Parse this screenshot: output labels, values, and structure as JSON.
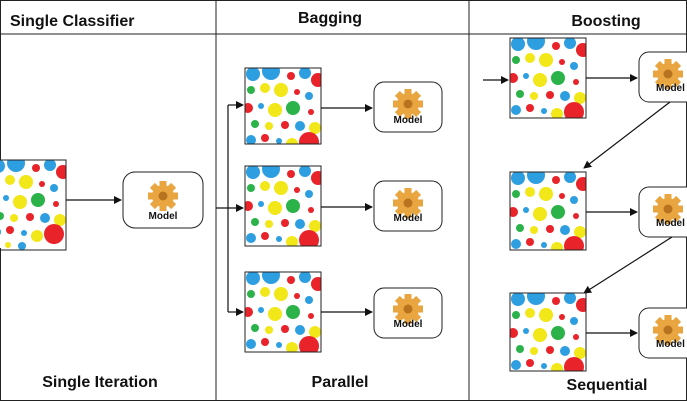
{
  "columns": {
    "single": {
      "header": "Single Classifier",
      "footer": "Single Iteration"
    },
    "bagging": {
      "header": "Bagging",
      "footer": "Parallel"
    },
    "boosting": {
      "header": "Boosting",
      "footer": "Sequential"
    }
  },
  "model_label": "Model",
  "colors": {
    "border": "#222222",
    "arrow": "#111111",
    "dot_red": "#e8232a",
    "dot_blue": "#2d9ee0",
    "dot_green": "#2bb34a",
    "dot_yellow": "#f2e718",
    "gear_body": "#e9a640",
    "gear_shadow": "#b8731e"
  }
}
